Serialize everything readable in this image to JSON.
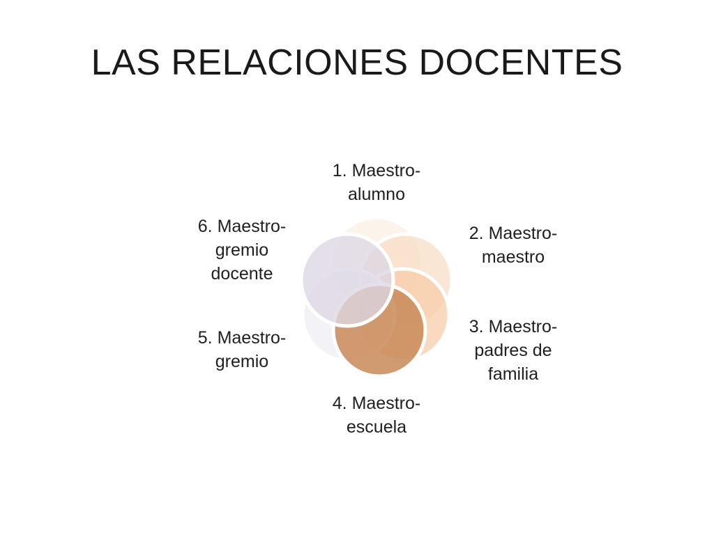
{
  "title": "LAS RELACIONES DOCENTES",
  "diagram": {
    "nodes": [
      {
        "label": "1. Maestro-alumno",
        "fill": "#fbeee3",
        "opacity": 0.72
      },
      {
        "label": "2. Maestro-maestro",
        "fill": "#f8dcc4",
        "opacity": 0.72
      },
      {
        "label": "3. Maestro-padres de familia",
        "fill": "#f6cca8",
        "opacity": 0.72
      },
      {
        "label": "4. Maestro-escuela",
        "fill": "#c98a58",
        "opacity": 0.85
      },
      {
        "label": "5. Maestro-gremio",
        "fill": "#efedf3",
        "opacity": 0.72
      },
      {
        "label": "6. Maestro-gremio docente",
        "fill": "#ddd7e4",
        "opacity": 0.78
      }
    ]
  }
}
